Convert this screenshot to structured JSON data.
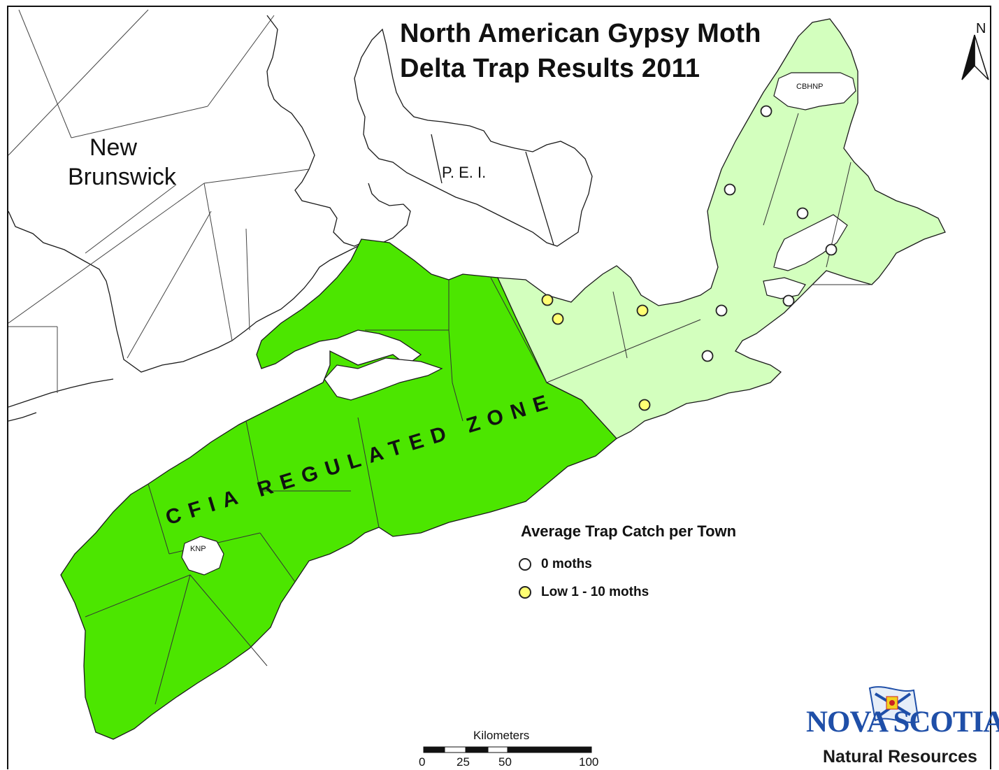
{
  "map": {
    "title_line1": "North American Gypsy Moth",
    "title_line2": "Delta Trap Results 2011",
    "colors": {
      "regulated_zone": "#4ce600",
      "other_ns": "#d3ffbe",
      "land_outline": "#1a1a1a",
      "park": "#ffffff",
      "water": "#ffffff"
    },
    "regions": {
      "new_brunswick_line1": "New",
      "new_brunswick_line2": "Brunswick",
      "pei": "P. E. I.",
      "regulated_zone": "CFIA REGULATED ZONE",
      "knp": "KNP",
      "cbhnp": "CBHNP"
    },
    "legend": {
      "title": "Average Trap Catch per Town",
      "items": [
        {
          "label": "0 moths",
          "color": "#ffffff",
          "icon": "circle-icon"
        },
        {
          "label": "Low 1 - 10 moths",
          "color": "#ffff73",
          "icon": "circle-icon"
        }
      ]
    },
    "scale_bar": {
      "title": "Kilometers",
      "ticks": [
        "0",
        "25",
        "50",
        "100"
      ]
    },
    "north_arrow": {
      "label": "N",
      "icon": "north-arrow-icon"
    },
    "branding": {
      "logo_text": "NOVA SCOTIA",
      "department": "Natural Resources",
      "icon": "nova-scotia-flag-icon"
    }
  }
}
